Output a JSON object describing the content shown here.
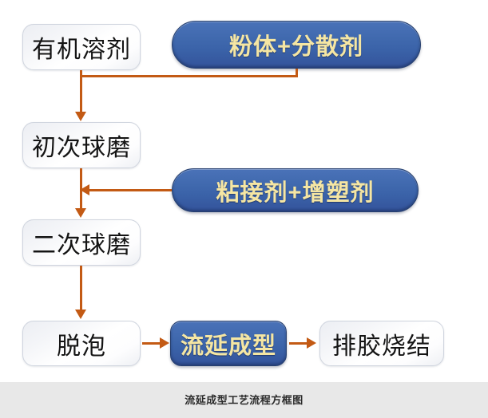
{
  "diagram": {
    "title": "流延成型工艺流程方框图",
    "accent_color": "#c35a14",
    "blue_fill": "#4069ae",
    "blue_text_color": "#f5e6a3",
    "light_fill": "#f4f5f8",
    "light_text_color": "#141414",
    "caption_band_color": "#e8e8e8",
    "background_color": "#ffffff",
    "nodes": [
      {
        "id": "solvent",
        "label": "有机溶剂",
        "style": "light",
        "shape": "rounded"
      },
      {
        "id": "powder",
        "label": "粉体+分散剂",
        "style": "blue",
        "shape": "pill"
      },
      {
        "id": "mill1",
        "label": "初次球磨",
        "style": "light",
        "shape": "rounded"
      },
      {
        "id": "binder",
        "label": "粘接剂+增塑剂",
        "style": "blue",
        "shape": "pill"
      },
      {
        "id": "mill2",
        "label": "二次球磨",
        "style": "light",
        "shape": "rounded"
      },
      {
        "id": "defoam",
        "label": "脱泡",
        "style": "light",
        "shape": "rounded"
      },
      {
        "id": "casting",
        "label": "流延成型",
        "style": "blue",
        "shape": "rounded"
      },
      {
        "id": "debind",
        "label": "排胶烧结",
        "style": "light",
        "shape": "rounded"
      }
    ],
    "edges": [
      {
        "from": "solvent",
        "to": "mill1",
        "kind": "merge-down"
      },
      {
        "from": "powder",
        "to": "mill1",
        "kind": "merge-down"
      },
      {
        "from": "mill1",
        "to": "mill2",
        "kind": "down"
      },
      {
        "from": "binder",
        "to": "mill2",
        "kind": "left"
      },
      {
        "from": "mill2",
        "to": "defoam",
        "kind": "down"
      },
      {
        "from": "defoam",
        "to": "casting",
        "kind": "right"
      },
      {
        "from": "casting",
        "to": "debind",
        "kind": "right"
      }
    ]
  }
}
